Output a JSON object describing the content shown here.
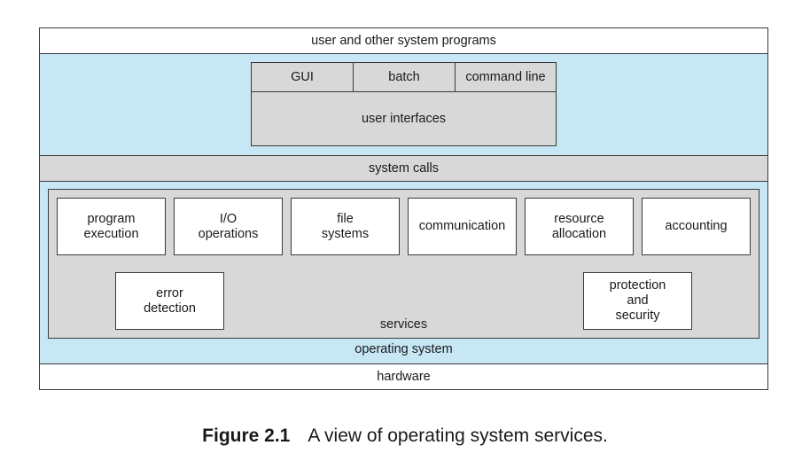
{
  "layers": {
    "top": "user and other system programs",
    "system_calls": "system calls",
    "operating_system": "operating system",
    "hardware": "hardware"
  },
  "user_interfaces": {
    "title": "user interfaces",
    "items": [
      "GUI",
      "batch",
      "command line"
    ]
  },
  "services": {
    "title": "services",
    "items": [
      "program\nexecution",
      "I/O\noperations",
      "file\nsystems",
      "communication",
      "resource\nallocation",
      "accounting",
      "error\ndetection",
      "protection\nand\nsecurity"
    ]
  },
  "caption": {
    "number": "Figure 2.1",
    "text": "A view of operating system services."
  },
  "colors": {
    "os_fill": "#c7e7f5",
    "gray_fill": "#d8d8d8",
    "line": "#3a3a3a"
  }
}
